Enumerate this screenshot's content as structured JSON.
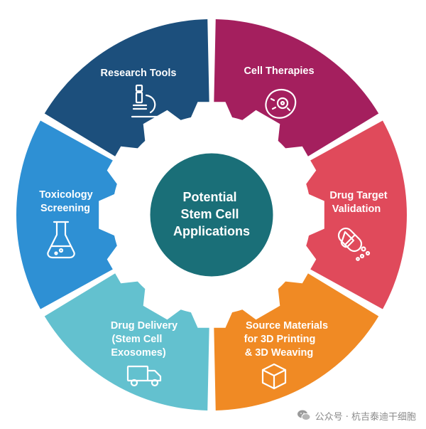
{
  "center": {
    "lines": [
      "Potential",
      "Stem Cell",
      "Applications"
    ],
    "color": "#1a6f78"
  },
  "segments": [
    {
      "lines": [
        "Research Tools"
      ],
      "icon": "microscope-icon",
      "color": "#1c4f7c"
    },
    {
      "lines": [
        "Cell Therapies"
      ],
      "icon": "cell-icon",
      "color": "#a41f5e"
    },
    {
      "lines": [
        "Drug Target",
        "Validation"
      ],
      "icon": "capsule-icon",
      "color": "#e04a5b"
    },
    {
      "lines": [
        "Source Materials",
        "for 3D Printing",
        "& 3D Weaving"
      ],
      "icon": "cube-icon",
      "color": "#f08a24"
    },
    {
      "lines": [
        "Drug Delivery",
        "(Stem Cell",
        "Exosomes)"
      ],
      "icon": "truck-icon",
      "color": "#63c1cf"
    },
    {
      "lines": [
        "Toxicology",
        "Screening"
      ],
      "icon": "flask-icon",
      "color": "#2e90d4"
    }
  ],
  "watermark": {
    "text": "公众号 · 杭吉泰迪干细胞",
    "icon": "wechat-icon"
  }
}
